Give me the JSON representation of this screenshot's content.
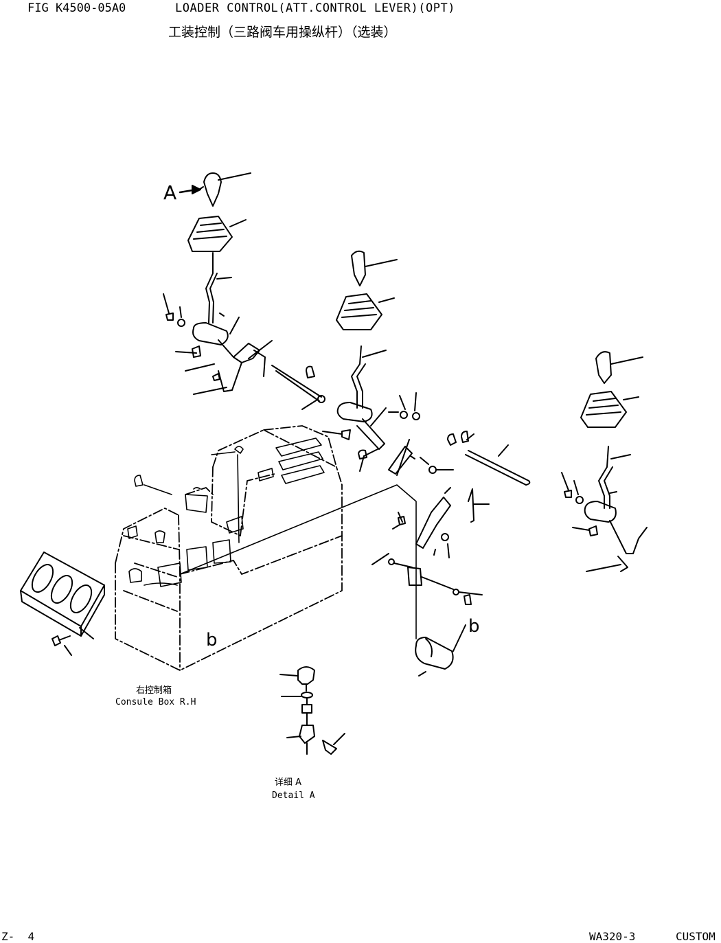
{
  "header": {
    "fig_no": "FIG K4500-05A0",
    "title_en": "LOADER CONTROL(ATT.CONTROL LEVER)(OPT)",
    "title_cn": "工装控制（三路阀车用操纵杆）（选装）"
  },
  "labels": {
    "view_a": "A",
    "ref_a": "a",
    "ref_b": "b",
    "console_box_cn": "右控制箱",
    "console_box_en": "Consule Box R.H",
    "detail_a_cn": "详细 A",
    "detail_a_en": "Detail A"
  },
  "footer": {
    "page": "Z-  4",
    "model": "WA320-3",
    "custom": "CUSTOM"
  }
}
